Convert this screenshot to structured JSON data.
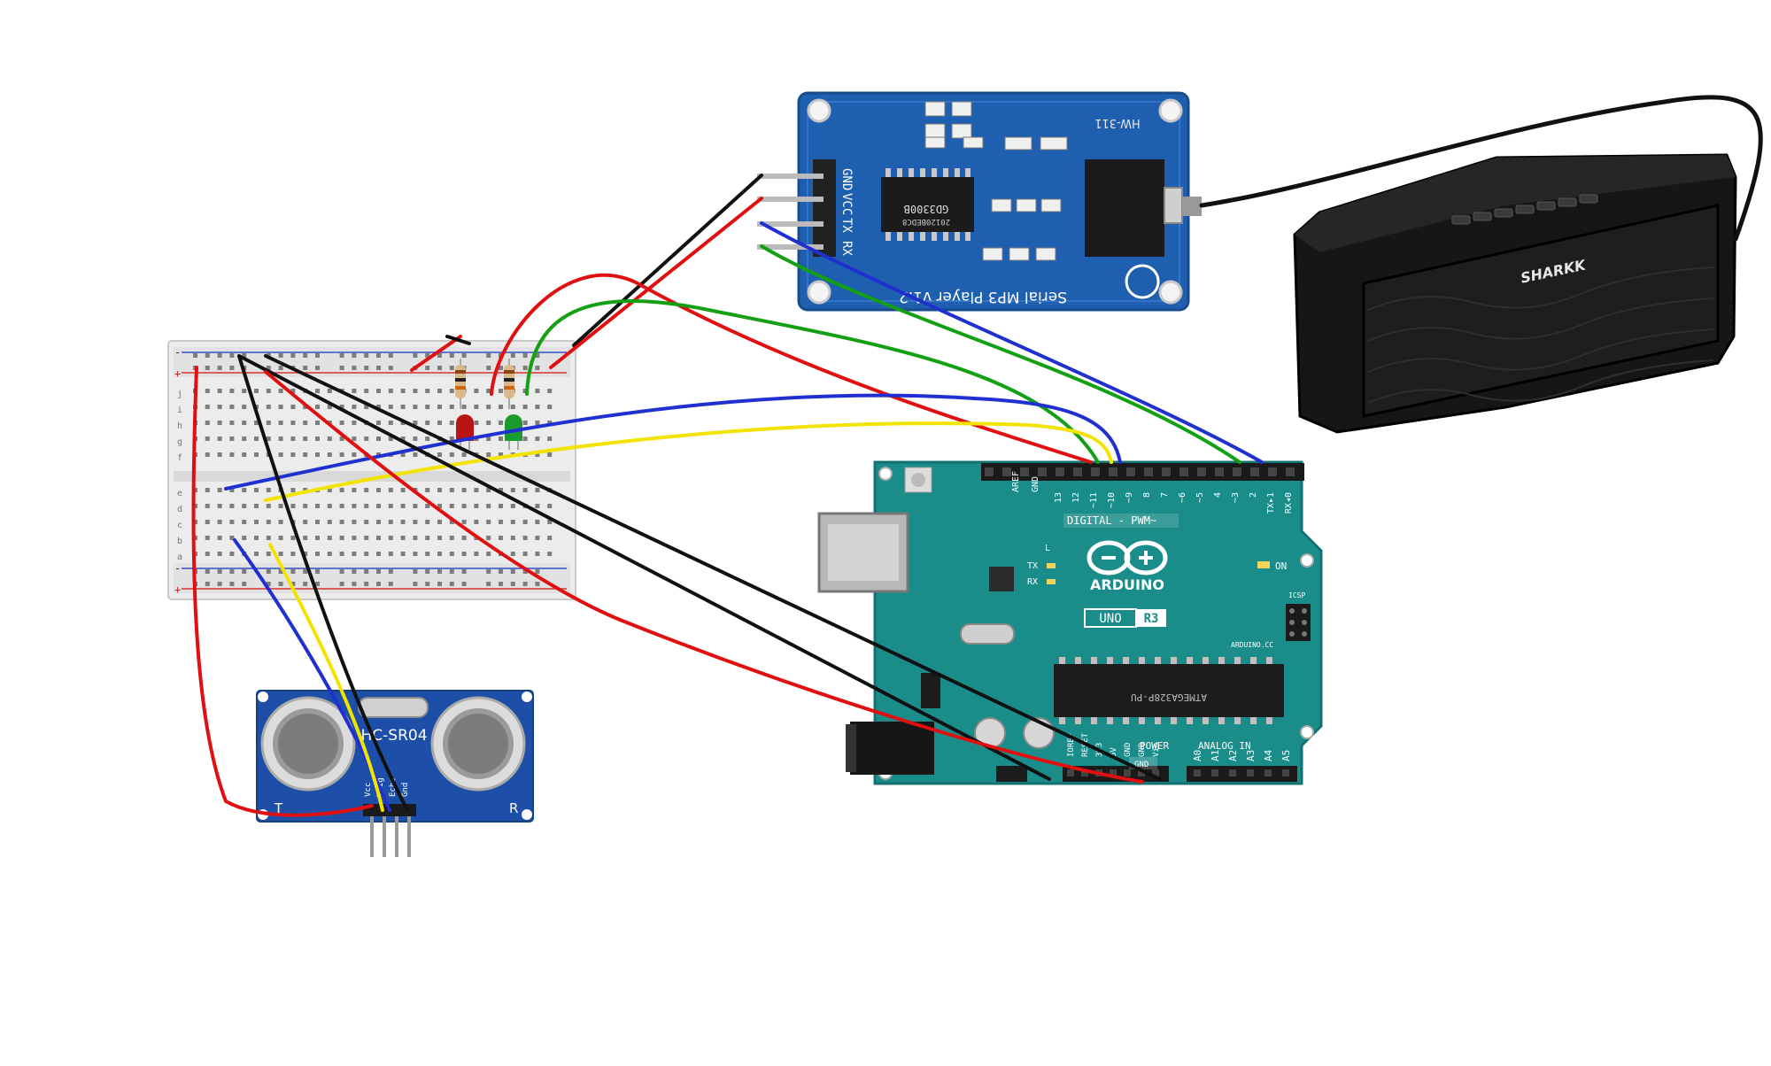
{
  "mp3_module": {
    "model_label": "HW-311",
    "chip_label": "GD3300B",
    "chip_code": "20120BEDC8",
    "board_title": "Serial MP3 Player v1.2",
    "pins": [
      "GND",
      "VCC",
      "TX",
      "RX"
    ]
  },
  "speaker": {
    "brand": "SHARKK"
  },
  "arduino": {
    "brand": "ARDUINO",
    "model": "UNO",
    "revision": "R3",
    "site": "ARDUINO.CC",
    "digital_label": "DIGITAL - PWM~",
    "power_label": "POWER",
    "analog_label": "ANALOG IN",
    "gnd_label": "GND",
    "aref_label": "AREF",
    "icsp_label": "ICSP",
    "on_label": "ON",
    "tx_label": "TX",
    "rx_label": "RX",
    "l_label": "L",
    "digital_pins": [
      "13",
      "12",
      "~11",
      "~10",
      "~9",
      "8",
      "7",
      "~6",
      "~5",
      "4",
      "~3",
      "2",
      "TX▸1",
      "RX◂0"
    ],
    "power_pins": [
      "IOREF",
      "RESET",
      "3V3",
      "5V",
      "GND",
      "GND",
      "Vin"
    ],
    "analog_pins": [
      "A0",
      "A1",
      "A2",
      "A3",
      "A4",
      "A5"
    ],
    "mcu_label": "ATMEGA328P-PU"
  },
  "sensor": {
    "model": "HC-SR04",
    "pins": [
      "Vcc",
      "Trig",
      "Echo",
      "Gnd"
    ],
    "left_mark": "T",
    "right_mark": "R"
  },
  "breadboard": {
    "row_letters_top": [
      "j",
      "i",
      "h",
      "g",
      "f"
    ],
    "row_letters_bottom": [
      "e",
      "d",
      "c",
      "b",
      "a"
    ],
    "rail_minus": "-",
    "rail_plus": "+"
  },
  "components": {
    "led_colors": [
      "red",
      "green"
    ]
  },
  "wires": [
    "red",
    "black",
    "blue",
    "green",
    "yellow"
  ]
}
